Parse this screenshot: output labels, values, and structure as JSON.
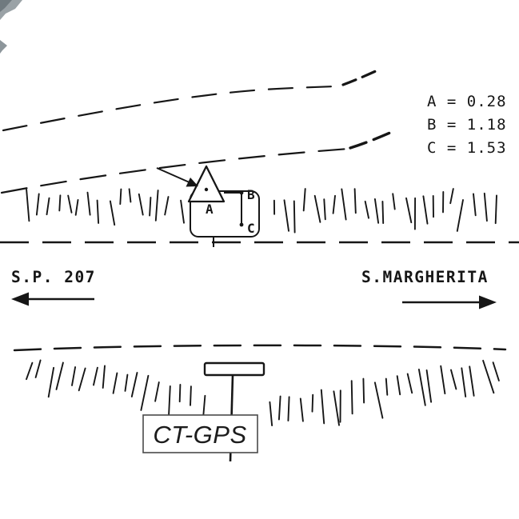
{
  "annotations": {
    "measurements": [
      {
        "label": "A = 0.28"
      },
      {
        "label": "B = 1.18"
      },
      {
        "label": "C = 1.53"
      }
    ],
    "point_a": "A",
    "point_b": "B",
    "point_c": "C"
  },
  "roads": {
    "left": {
      "label": "S.P. 207",
      "direction": "left"
    },
    "right": {
      "label": "S.MARGHERITA",
      "direction": "right"
    }
  },
  "station": {
    "label": "CT-GPS"
  },
  "colors": {
    "ink": "#161616",
    "smudge": "#98a1a5"
  }
}
